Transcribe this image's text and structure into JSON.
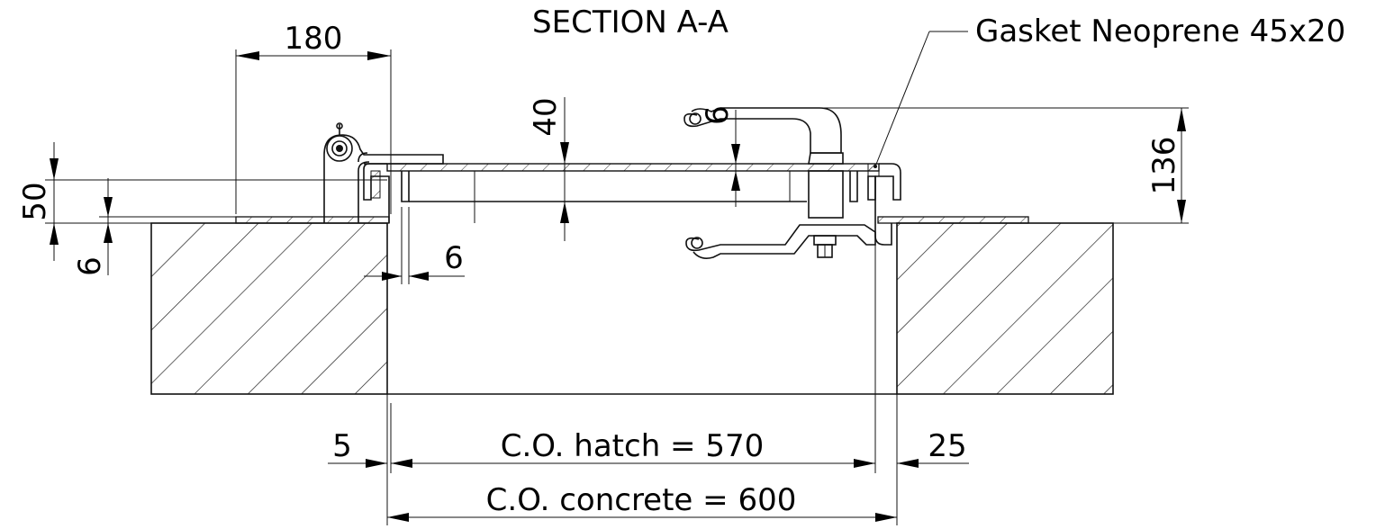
{
  "title": "SECTION A-A",
  "callouts": {
    "gasket": "Gasket Neoprene 45x20"
  },
  "dimensions": {
    "flange_width": "180",
    "handle_height": "40",
    "handle_gap": "6",
    "total_height": "136",
    "frame_height": "50",
    "plate_thickness": "6",
    "frame_gap": "6",
    "left_clearance": "5",
    "right_clearance": "25",
    "co_hatch": "C.O. hatch = 570",
    "co_concrete": "C.O. concrete = 600"
  }
}
